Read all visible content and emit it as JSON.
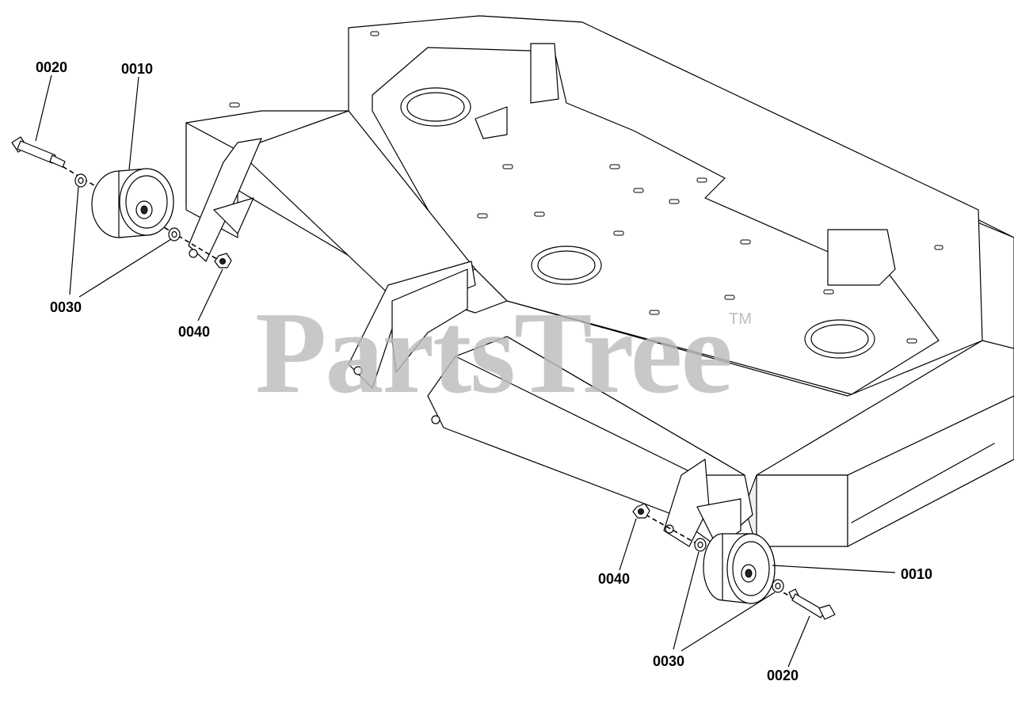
{
  "watermark": {
    "brand": "PartsTree",
    "trademark": "TM"
  },
  "callouts": {
    "wheel_left": "0010",
    "bolt_left": "0020",
    "washer_left": "0030",
    "nut_left": "0040",
    "wheel_right": "0010",
    "bolt_right": "0020",
    "washer_right": "0030",
    "nut_right": "0040"
  },
  "colors": {
    "line": "#000000",
    "watermark": "#bdbdbd",
    "background": "#ffffff"
  }
}
